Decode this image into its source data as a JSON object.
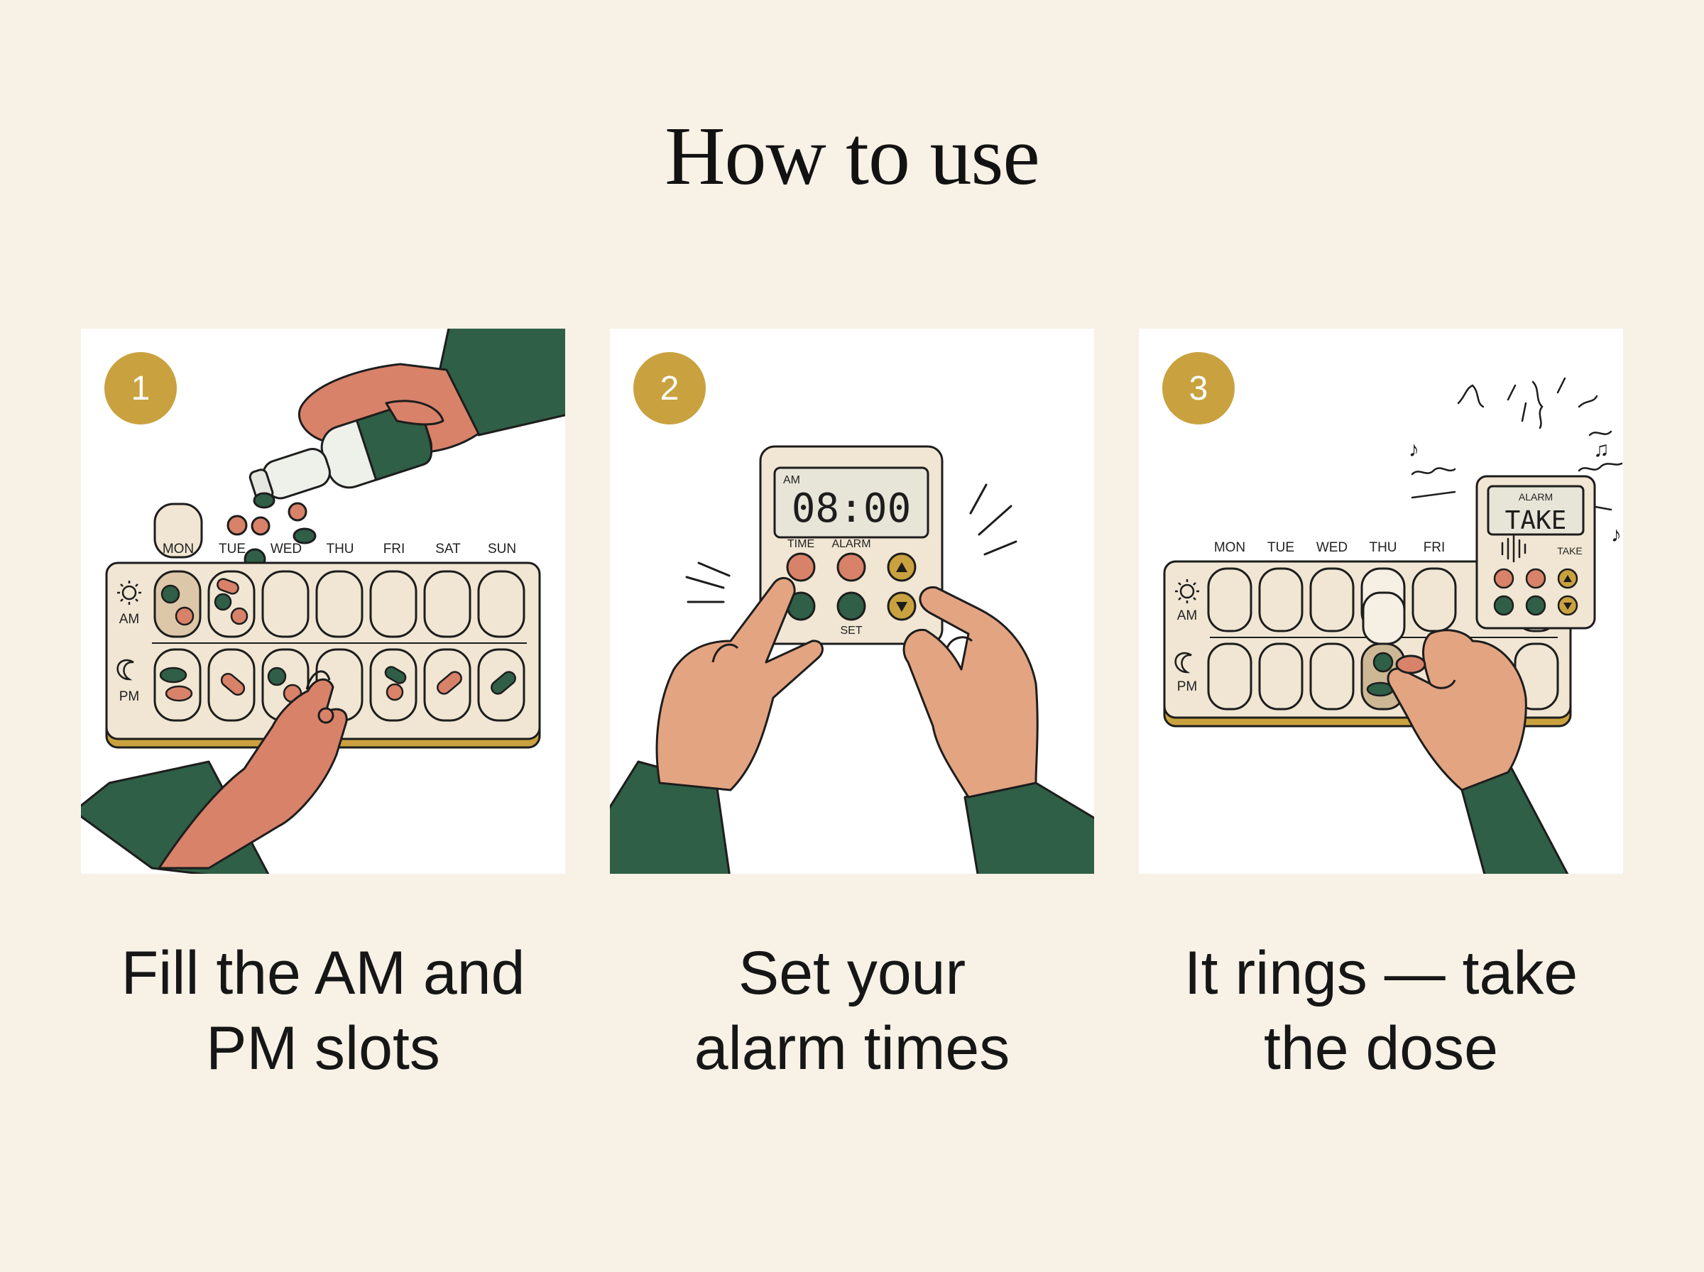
{
  "page": {
    "title": "How to use"
  },
  "colors": {
    "background": "#f7f1e6",
    "panel": "#ffffff",
    "accent_gold": "#c9a23f",
    "green": "#2f5f46",
    "coral": "#d8826a",
    "skin": "#e3a482",
    "organizer": "#f1e6d3"
  },
  "steps": [
    {
      "number": "1",
      "caption_line1": "Fill the AM and",
      "caption_line2": "PM slots",
      "organizer": {
        "days": [
          "MON",
          "TUE",
          "WED",
          "THU",
          "FRI",
          "SAT",
          "SUN"
        ],
        "am_label": "AM",
        "pm_label": "PM"
      }
    },
    {
      "number": "2",
      "caption_line1": "Set your",
      "caption_line2": "alarm times",
      "device": {
        "period": "AM",
        "time": "08:00",
        "time_label": "TIME",
        "alarm_label": "ALARM",
        "set_label": "SET"
      }
    },
    {
      "number": "3",
      "caption_line1": "It rings — take",
      "caption_line2": "the dose",
      "organizer": {
        "days": [
          "MON",
          "TUE",
          "WED",
          "THU",
          "FRI"
        ],
        "am_label": "AM",
        "pm_label": "PM"
      },
      "device": {
        "alarm_label": "ALARM",
        "screen_text": "TAKE",
        "take_label": "TAKE"
      }
    }
  ]
}
